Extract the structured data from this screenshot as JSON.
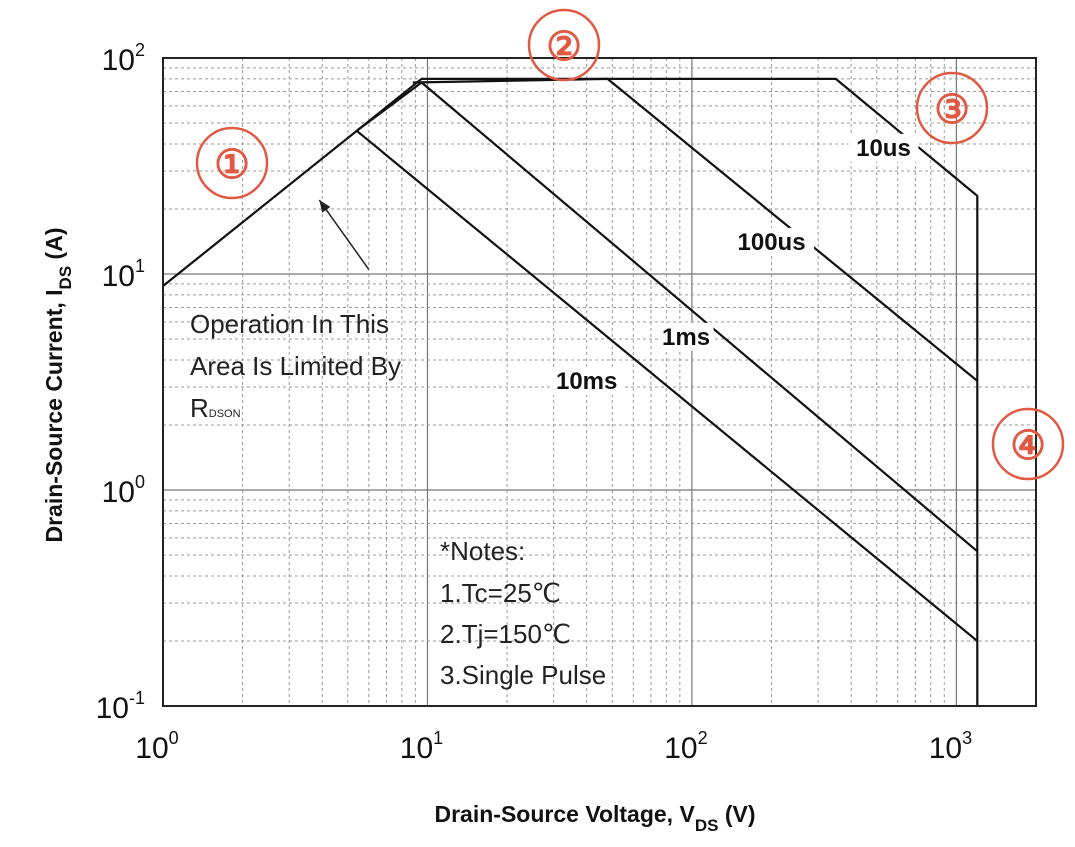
{
  "chart_data": {
    "type": "line",
    "x_scale": "log",
    "y_scale": "log",
    "xlim": [
      1,
      2000
    ],
    "ylim": [
      0.1,
      100
    ],
    "grid": true,
    "xlabel": "Drain-Source Voltage, V",
    "xlabel_sub": "DS",
    "xlabel_unit": " (V)",
    "ylabel": "Drain-Source Current, I",
    "ylabel_sub": "DS",
    "ylabel_unit": " (A)",
    "x_ticks": [
      {
        "value": 1,
        "base": "10",
        "exp": "0"
      },
      {
        "value": 10,
        "base": "10",
        "exp": "1"
      },
      {
        "value": 100,
        "base": "10",
        "exp": "2"
      },
      {
        "value": 1000,
        "base": "10",
        "exp": "3"
      }
    ],
    "y_ticks": [
      {
        "value": 100,
        "base": "10",
        "exp": "2"
      },
      {
        "value": 10,
        "base": "10",
        "exp": "1"
      },
      {
        "value": 1,
        "base": "10",
        "exp": "0"
      },
      {
        "value": 0.1,
        "base": "10",
        "exp": "-1"
      }
    ],
    "series": [
      {
        "name": "10us",
        "points": [
          [
            1,
            8.8
          ],
          [
            9.5,
            80
          ],
          [
            350,
            80
          ],
          [
            1200,
            23
          ],
          [
            1200,
            0.1
          ]
        ]
      },
      {
        "name": "100us",
        "points": [
          [
            8.8,
            77
          ],
          [
            48,
            80
          ],
          [
            1200,
            3.2
          ]
        ]
      },
      {
        "name": "1ms",
        "points": [
          [
            5.4,
            46
          ],
          [
            9.5,
            77
          ],
          [
            1200,
            0.52
          ]
        ]
      },
      {
        "name": "10ms",
        "points": [
          [
            5.4,
            46
          ],
          [
            1200,
            0.2
          ]
        ]
      }
    ],
    "curve_labels": [
      {
        "text": "10us",
        "x": 530,
        "y": 36
      },
      {
        "text": "100us",
        "x": 200,
        "y": 13.2
      },
      {
        "text": "1ms",
        "x": 95,
        "y": 4.8
      },
      {
        "text": "10ms",
        "x": 40,
        "y": 3.0
      }
    ],
    "rdson_arrow": {
      "from": [
        6.0,
        10.5
      ],
      "to": [
        3.9,
        22
      ]
    },
    "notes_block": {
      "rdson_lines": [
        "Operation In This",
        "Area Is Limited By"
      ],
      "rdson_symbol": "R",
      "rdson_sub": "DSON",
      "notes": [
        "*Notes:",
        "1.Tc=25℃",
        "2.Tj=150℃",
        "3.Single Pulse"
      ]
    },
    "markers": [
      {
        "text": "①"
      },
      {
        "text": "②"
      },
      {
        "text": "③"
      },
      {
        "text": "④"
      }
    ]
  }
}
